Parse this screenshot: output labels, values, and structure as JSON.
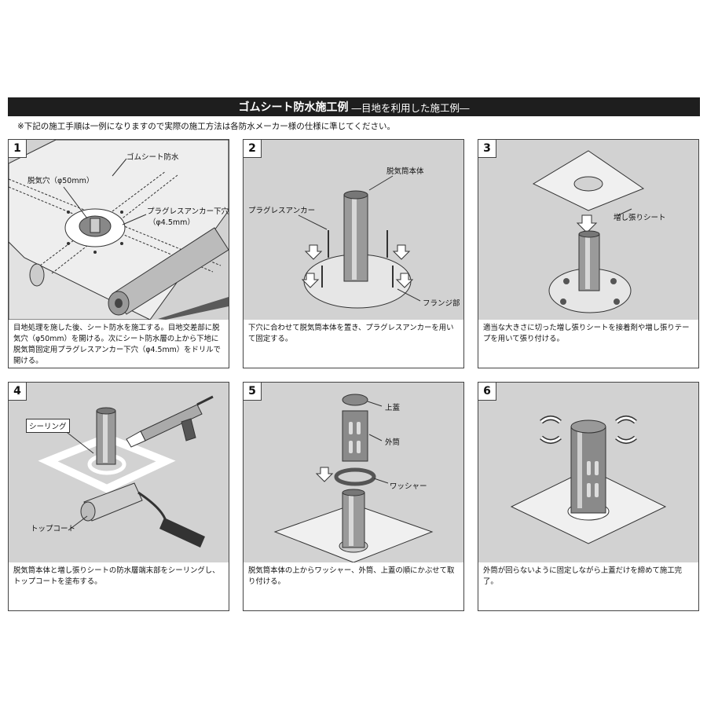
{
  "header": {
    "title": "ゴムシート防水施工例",
    "subtitle": "―目地を利用した施工例―"
  },
  "note": "※下記の施工手順は一例になりますので実際の施工方法は各防水メーカー様の仕様に準じてください。",
  "steps": [
    {
      "number": "1",
      "labels": [
        "ゴムシート防水",
        "脱気穴（φ50mm）",
        "プラグレスアンカー下穴",
        "（φ4.5mm）"
      ],
      "description": "目地処理を施した後、シート防水を施工する。目地交差部に脱気穴（φ50mm）を開ける。次にシート防水層の上から下地に脱気筒固定用プラグレスアンカー下穴（φ4.5mm）をドリルで開ける。"
    },
    {
      "number": "2",
      "labels": [
        "脱気筒本体",
        "プラグレスアンカー",
        "フランジ部"
      ],
      "description": "下穴に合わせて脱気筒本体を置き、プラグレスアンカーを用いて固定する。"
    },
    {
      "number": "3",
      "labels": [
        "増し張りシート"
      ],
      "description": "適当な大きさに切った増し張りシートを接着剤や増し張りテープを用いて張り付ける。"
    },
    {
      "number": "4",
      "labels": [
        "シーリング",
        "トップコート"
      ],
      "description": "脱気筒本体と増し張りシートの防水層端末部をシーリングし、トップコートを塗布する。"
    },
    {
      "number": "5",
      "labels": [
        "上蓋",
        "外筒",
        "ワッシャー"
      ],
      "description": "脱気筒本体の上からワッシャー、外筒、上蓋の順にかぶせて取り付ける。"
    },
    {
      "number": "6",
      "labels": [],
      "description": "外筒が回らないように固定しながら上蓋だけを締めて施工完了。"
    }
  ]
}
